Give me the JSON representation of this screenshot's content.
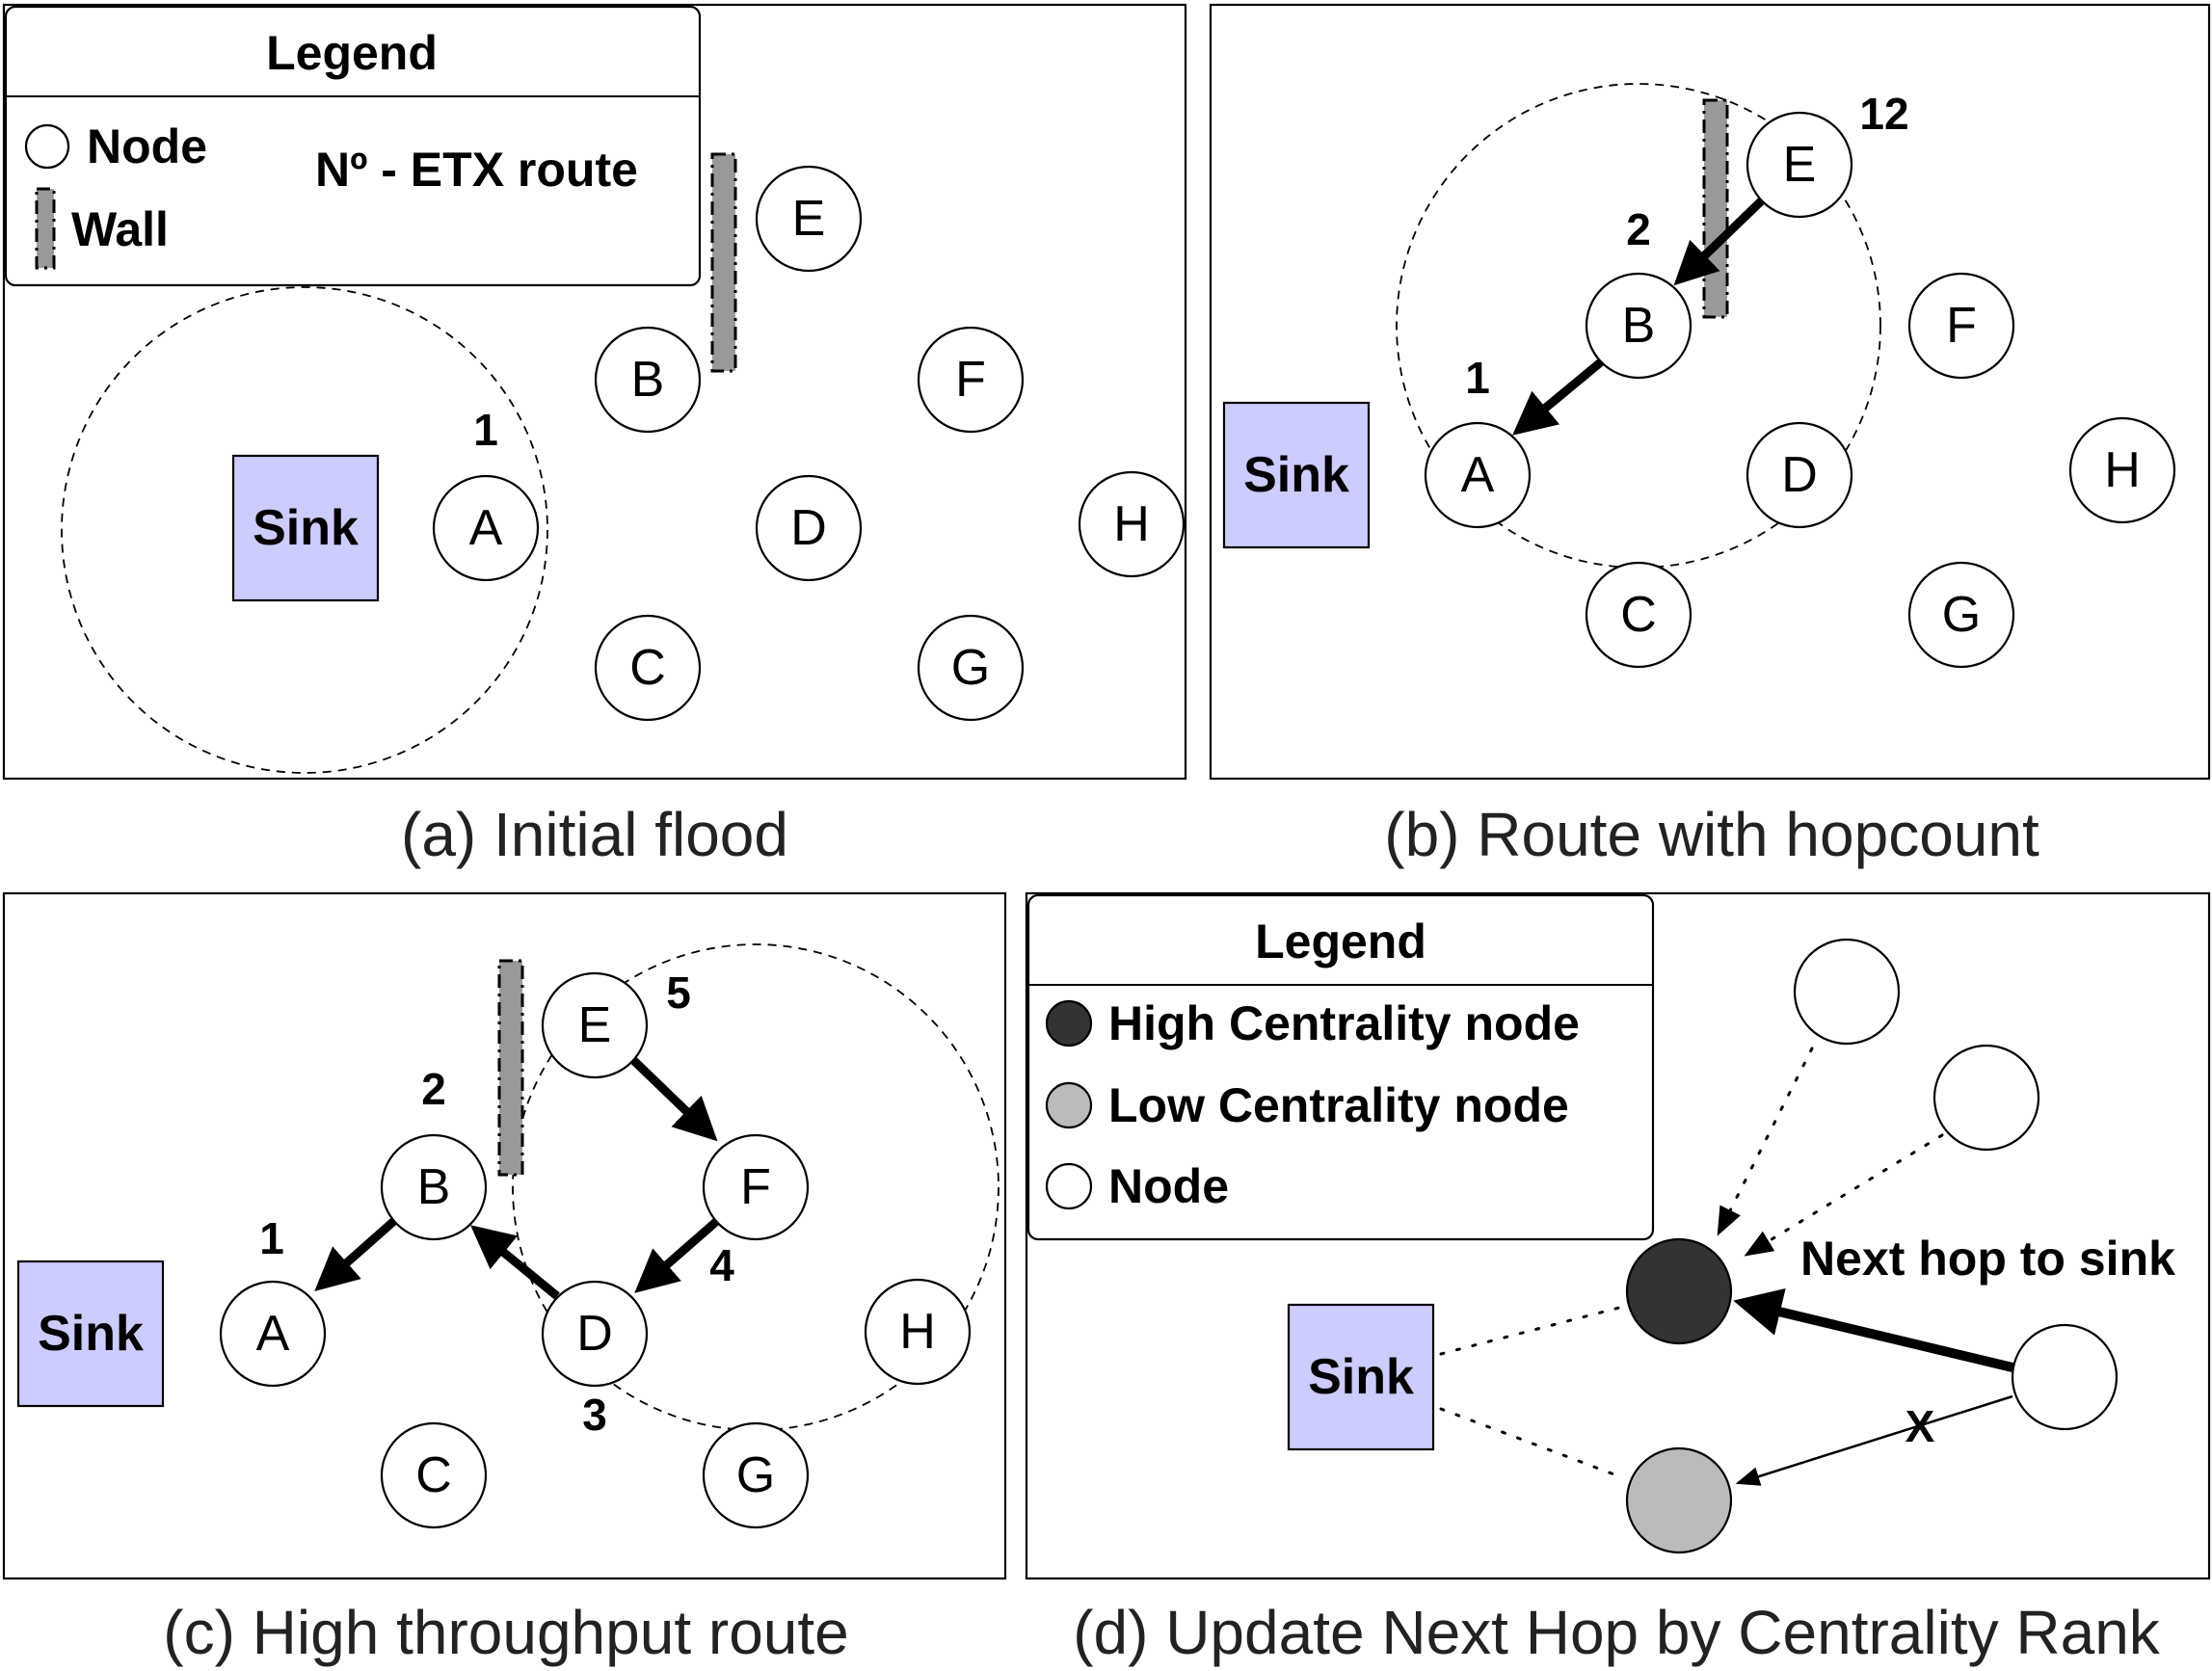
{
  "colors": {
    "sink_fill": "#ccccff",
    "wall_fill": "#999999",
    "high_centrality": "#333333",
    "low_centrality": "#bbbbbb",
    "node_fill": "#ffffff"
  },
  "sink_label": "Sink",
  "panel_a": {
    "caption": "(a) Initial flood",
    "legend": {
      "title": "Legend",
      "node": "Node",
      "wall": "Wall",
      "etx": "Nº - ETX route"
    },
    "nodes": [
      "A",
      "B",
      "C",
      "D",
      "E",
      "F",
      "G",
      "H"
    ],
    "numbers": {
      "a": "1"
    }
  },
  "panel_b": {
    "caption": "(b) Route with hopcount",
    "nodes": [
      "A",
      "B",
      "C",
      "D",
      "E",
      "F",
      "G",
      "H"
    ],
    "numbers": {
      "a": "1",
      "b": "2",
      "e": "12"
    }
  },
  "panel_c": {
    "caption": "(c) High throughput route",
    "nodes": [
      "A",
      "B",
      "C",
      "D",
      "E",
      "F",
      "G",
      "H"
    ],
    "numbers": {
      "a": "1",
      "b": "2",
      "d": "3",
      "f": "4",
      "e": "5"
    }
  },
  "panel_d": {
    "caption": "(d) Update Next Hop by Centrality Rank",
    "legend": {
      "title": "Legend",
      "high": "High Centrality node",
      "low": "Low Centrality node",
      "node": "Node"
    },
    "next_hop_label": "Next hop to sink",
    "x_mark": "X"
  }
}
